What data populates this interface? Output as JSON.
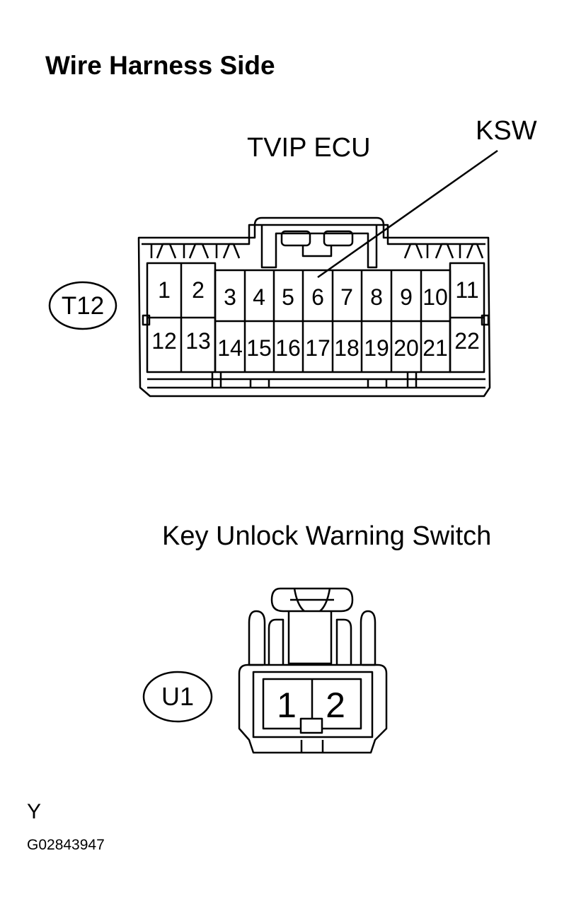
{
  "title": "Wire Harness Side",
  "ecu_connector": {
    "name": "TVIP ECU",
    "code": "T12",
    "callout": "KSW",
    "pins": [
      "1",
      "2",
      "3",
      "4",
      "5",
      "6",
      "7",
      "8",
      "9",
      "10",
      "11",
      "12",
      "13",
      "14",
      "15",
      "16",
      "17",
      "18",
      "19",
      "20",
      "21",
      "22"
    ]
  },
  "switch_connector": {
    "name": "Key Unlock Warning Switch",
    "code": "U1",
    "pins": [
      "1",
      "2"
    ]
  },
  "footer": {
    "color_code": "Y",
    "figure_id": "G02843947"
  }
}
